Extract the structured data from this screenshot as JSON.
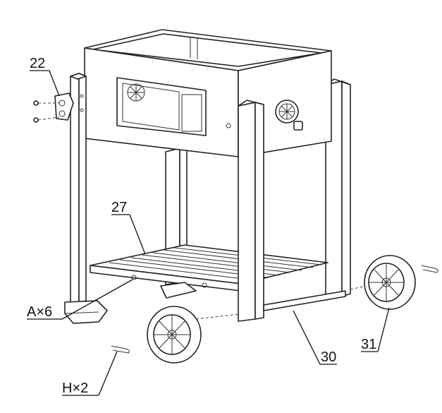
{
  "callouts": {
    "part_22": "22",
    "part_27": "27",
    "hardware_a": "A×6",
    "hardware_h": "H×2",
    "part_30": "30",
    "part_31": "31"
  }
}
